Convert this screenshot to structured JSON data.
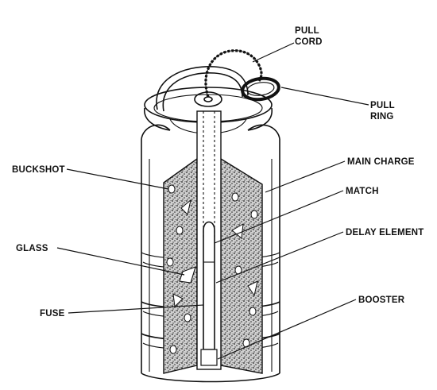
{
  "labels": {
    "pull_cord": [
      "PULL",
      "CORD"
    ],
    "pull_ring": [
      "PULL",
      "RING"
    ],
    "buckshot": "BUCKSHOT",
    "main_charge": "MAIN CHARGE",
    "match": "MATCH",
    "glass": "GLASS",
    "delay_element": "DELAY ELEMENT",
    "fuse": "FUSE",
    "booster": "BOOSTER"
  },
  "colors": {
    "ink": "#111111",
    "paper": "#ffffff",
    "charge_fill": "#3a3a3a"
  }
}
